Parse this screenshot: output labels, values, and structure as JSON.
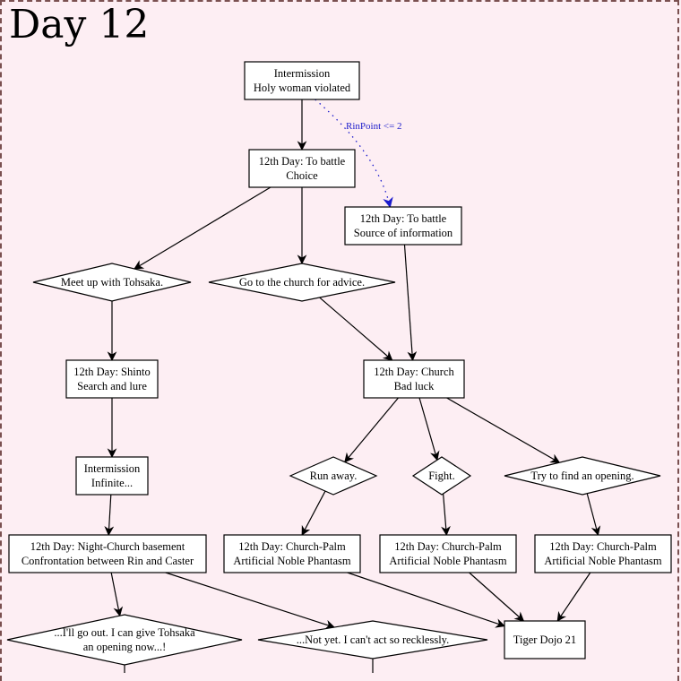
{
  "title": "Day 12",
  "colors": {
    "background": "#fdeef3",
    "node_fill": "#ffffff",
    "edge": "#000000",
    "conditional_edge": "#1a1acc"
  },
  "nodes": [
    {
      "id": "n1",
      "shape": "box",
      "lines": [
        "Intermission",
        "Holy woman violated"
      ]
    },
    {
      "id": "n2",
      "shape": "box",
      "lines": [
        "12th Day: To battle",
        "Choice"
      ]
    },
    {
      "id": "n3",
      "shape": "box",
      "lines": [
        "12th Day: To battle",
        "Source of information"
      ]
    },
    {
      "id": "d1",
      "shape": "diamond",
      "lines": [
        "Meet up with Tohsaka."
      ]
    },
    {
      "id": "d2",
      "shape": "diamond",
      "lines": [
        "Go to the church for advice."
      ]
    },
    {
      "id": "n4",
      "shape": "box",
      "lines": [
        "12th Day: Shinto",
        "Search and lure"
      ]
    },
    {
      "id": "n5",
      "shape": "box",
      "lines": [
        "12th Day: Church",
        "Bad luck"
      ]
    },
    {
      "id": "n6",
      "shape": "box",
      "lines": [
        "Intermission",
        "Infinite..."
      ]
    },
    {
      "id": "d3",
      "shape": "diamond",
      "lines": [
        "Run away."
      ]
    },
    {
      "id": "d4",
      "shape": "diamond",
      "lines": [
        "Fight."
      ]
    },
    {
      "id": "d5",
      "shape": "diamond",
      "lines": [
        "Try to find an opening."
      ]
    },
    {
      "id": "n7",
      "shape": "box",
      "lines": [
        "12th Day: Night-Church basement",
        "Confrontation between Rin and Caster"
      ]
    },
    {
      "id": "n8",
      "shape": "box",
      "lines": [
        "12th Day: Church-Palm",
        "Artificial Noble Phantasm"
      ]
    },
    {
      "id": "n9",
      "shape": "box",
      "lines": [
        "12th Day: Church-Palm",
        "Artificial Noble Phantasm"
      ]
    },
    {
      "id": "n10",
      "shape": "box",
      "lines": [
        "12th Day: Church-Palm",
        "Artificial Noble Phantasm"
      ]
    },
    {
      "id": "d6",
      "shape": "diamond",
      "lines": [
        "...I'll go out. I can give Tohsaka",
        "an opening now...!"
      ]
    },
    {
      "id": "d7",
      "shape": "diamond",
      "lines": [
        "...Not yet. I can't act so recklessly."
      ]
    },
    {
      "id": "n11",
      "shape": "box",
      "lines": [
        "Tiger Dojo 21"
      ]
    }
  ],
  "edges": [
    {
      "from": "n1",
      "to": "n2"
    },
    {
      "from": "n1",
      "to": "n3",
      "style": "dotted",
      "label": "RinPoint <= 2"
    },
    {
      "from": "n2",
      "to": "d1"
    },
    {
      "from": "n2",
      "to": "d2"
    },
    {
      "from": "d1",
      "to": "n4"
    },
    {
      "from": "d2",
      "to": "n5"
    },
    {
      "from": "n3",
      "to": "n5"
    },
    {
      "from": "n4",
      "to": "n6"
    },
    {
      "from": "n5",
      "to": "d3"
    },
    {
      "from": "n5",
      "to": "d4"
    },
    {
      "from": "n5",
      "to": "d5"
    },
    {
      "from": "n6",
      "to": "n7"
    },
    {
      "from": "d3",
      "to": "n8"
    },
    {
      "from": "d4",
      "to": "n9"
    },
    {
      "from": "d5",
      "to": "n10"
    },
    {
      "from": "n7",
      "to": "d6"
    },
    {
      "from": "n7",
      "to": "d7"
    },
    {
      "from": "n8",
      "to": "n11"
    },
    {
      "from": "n9",
      "to": "n11"
    },
    {
      "from": "n10",
      "to": "n11"
    }
  ]
}
